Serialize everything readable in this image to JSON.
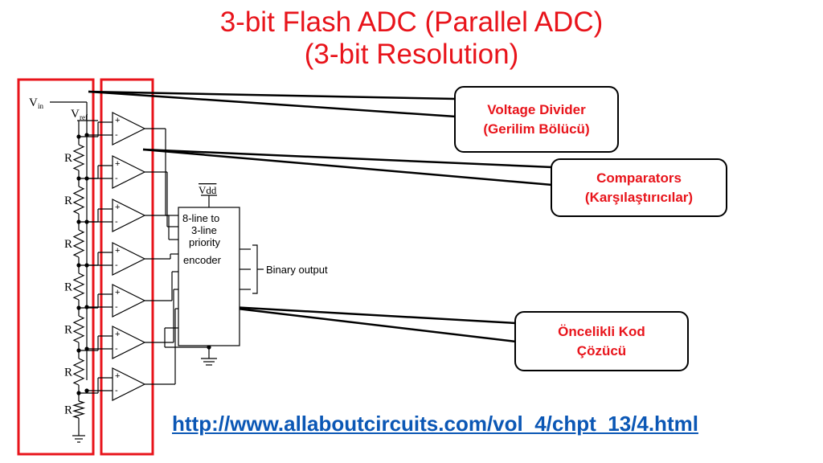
{
  "title": {
    "line1": "3-bit Flash ADC (Parallel ADC)",
    "line2": "(3-bit Resolution)"
  },
  "callouts": {
    "voltage_divider": {
      "line1": "Voltage Divider",
      "line2": "(Gerilim Bölücü)"
    },
    "comparators": {
      "line1": "Comparators",
      "line2": "(Karşılaştırıcılar)"
    },
    "encoder": {
      "line1": "Öncelikli Kod",
      "line2": "Çözücü"
    }
  },
  "circuit": {
    "vin_label": "V",
    "vin_sub": "in",
    "vref_label": "V",
    "vref_sub": "ref",
    "resistor_label": "R",
    "comparator_plus": "+",
    "comparator_minus": "-",
    "vdd_label": "Vdd",
    "encoder_lines": [
      "8-line to",
      "3-line",
      "priority",
      "encoder"
    ],
    "binary_output": "Binary output"
  },
  "link": "http://www.allaboutcircuits.com/vol_4/chpt_13/4.html",
  "colors": {
    "accent_red": "#e8141b",
    "link_blue": "#0b57b5"
  }
}
